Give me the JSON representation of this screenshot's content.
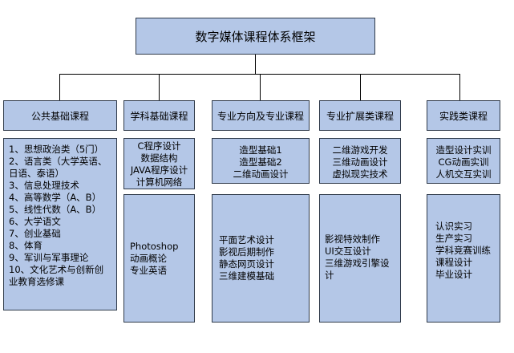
{
  "title": "数字媒体课程体系框架",
  "columns": [
    {
      "header": "公共基础课程",
      "groups": [
        {
          "items": [
            "1、思想政治类（5门）",
            "2、语言类（大学英语、日语、泰语）",
            "3、信息处理技术",
            "4、高等数学（A、B）",
            "5、线性代数（A、B）",
            "6、大学语文",
            "7、创业基础",
            "8、体育",
            "9、军训与军事理论",
            "10、文化艺术与创新创业教育选修课"
          ]
        }
      ]
    },
    {
      "header": "学科基础课程",
      "groups": [
        {
          "items": [
            "C程序设计",
            "数据结构",
            "JAVA程序设计",
            "计算机网络"
          ]
        },
        {
          "items": [
            "Photoshop",
            "动画概论",
            "专业英语"
          ]
        }
      ]
    },
    {
      "header": "专业方向及专业课程",
      "groups": [
        {
          "items": [
            "造型基础1",
            "造型基础2",
            "二维动画设计"
          ]
        },
        {
          "items": [
            "平面艺术设计",
            "影视后期制作",
            "静态网页设计",
            "三维建模基础"
          ]
        }
      ]
    },
    {
      "header": "专业扩展类课程",
      "groups": [
        {
          "items": [
            "二维游戏开发",
            "三维动画设计",
            "虚拟现实技术"
          ]
        },
        {
          "items": [
            "影视特效制作",
            "UI交互设计",
            "三维游戏引擎设计"
          ]
        }
      ]
    },
    {
      "header": "实践类课程",
      "groups": [
        {
          "items": [
            "造型设计实训",
            "CG动画实训",
            "人机交互实训"
          ]
        },
        {
          "items": [
            "认识实习",
            "生产实习",
            "学科竞赛训练",
            "课程设计",
            "毕业设计"
          ]
        }
      ]
    }
  ]
}
